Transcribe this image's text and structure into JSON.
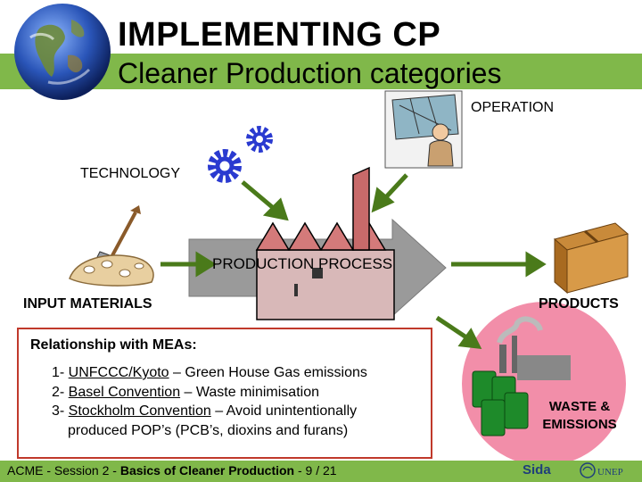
{
  "slide": {
    "title": "IMPLEMENTING CP",
    "subtitle": "Cleaner Production categories"
  },
  "diagram": {
    "operation": "OPERATION",
    "technology": "TECHNOLOGY",
    "process": "PRODUCTION  PROCESS",
    "input": "INPUT MATERIALS",
    "products": "PRODUCTS",
    "waste_line1": "WASTE &",
    "waste_line2": "EMISSIONS"
  },
  "meas": {
    "title": "Relationship with MEAs:",
    "items": [
      {
        "num": "1- ",
        "link": "UNFCCC/Kyoto",
        "rest": " – Green House Gas emissions"
      },
      {
        "num": "2- ",
        "link": "Basel Convention",
        "rest": " – Waste minimisation"
      },
      {
        "num": "3- ",
        "link": "Stockholm Convention",
        "rest": " – Avoid unintentionally"
      }
    ],
    "continuation": "produced POP’s (PCB’s, dioxins and furans)"
  },
  "footer": {
    "org": "ACME",
    "sep1": " - Session 2 - ",
    "session_title": "Basics of Cleaner Production",
    "sep2": " - 9 / 21",
    "sida": "Sida",
    "unep": "UNEP"
  },
  "colors": {
    "accent_green": "#80b84a",
    "arrow_green": "#4a7a1a",
    "box_border": "#c0392b",
    "gear_blue": "#2a3ad0",
    "factory_red": "#e07a7a"
  }
}
